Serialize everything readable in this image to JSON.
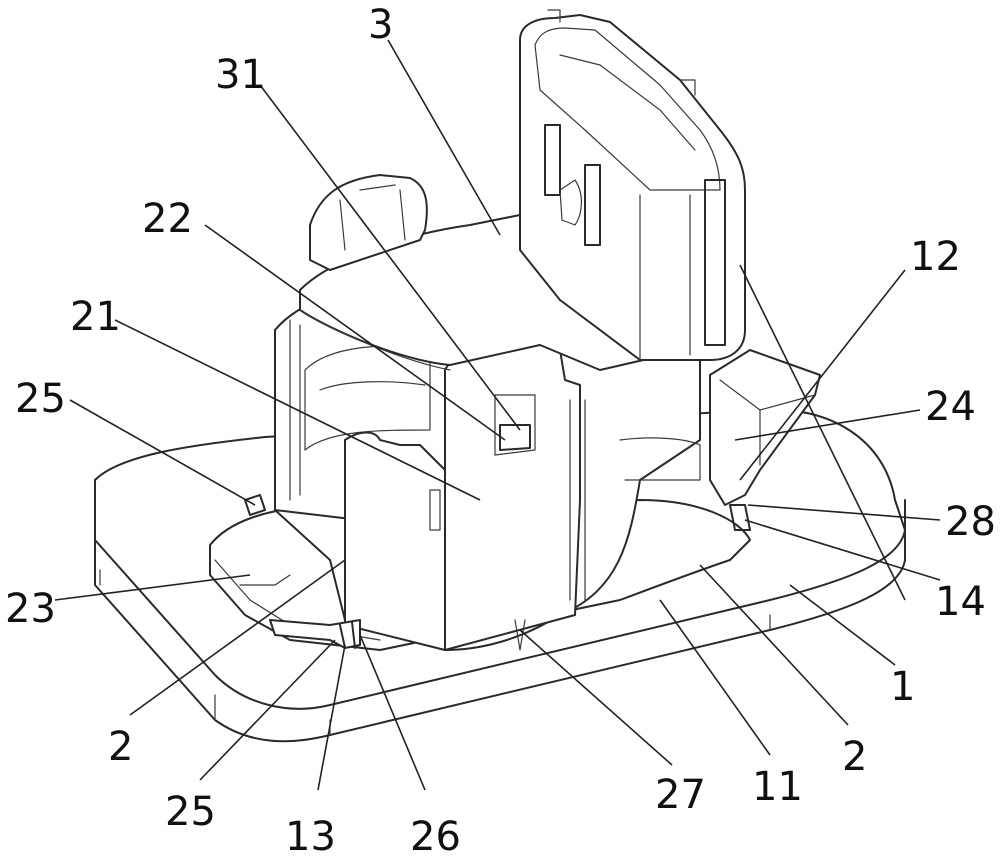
{
  "figure": {
    "labels": [
      {
        "id": "label-3",
        "text": "3"
      },
      {
        "id": "label-31",
        "text": "31"
      },
      {
        "id": "label-22",
        "text": "22"
      },
      {
        "id": "label-21",
        "text": "21"
      },
      {
        "id": "label-25-left",
        "text": "25"
      },
      {
        "id": "label-23",
        "text": "23"
      },
      {
        "id": "label-2-left",
        "text": "2"
      },
      {
        "id": "label-25-bottom",
        "text": "25"
      },
      {
        "id": "label-13",
        "text": "13"
      },
      {
        "id": "label-26",
        "text": "26"
      },
      {
        "id": "label-27",
        "text": "27"
      },
      {
        "id": "label-11",
        "text": "11"
      },
      {
        "id": "label-2-right",
        "text": "2"
      },
      {
        "id": "label-1",
        "text": "1"
      },
      {
        "id": "label-14",
        "text": "14"
      },
      {
        "id": "label-28",
        "text": "28"
      },
      {
        "id": "label-24",
        "text": "24"
      },
      {
        "id": "label-12",
        "text": "12"
      }
    ]
  }
}
